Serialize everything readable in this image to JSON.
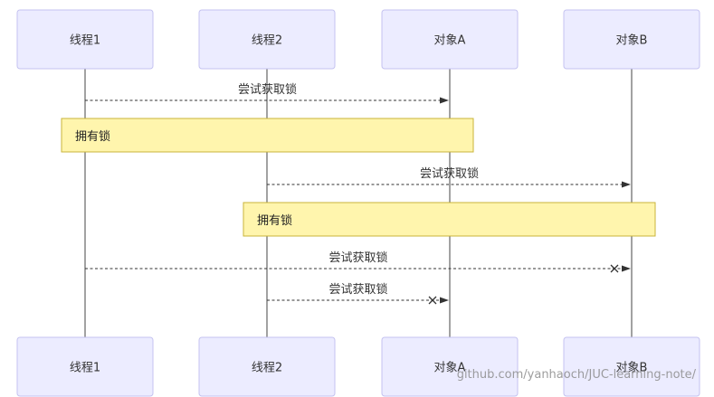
{
  "diagram": {
    "type": "sequence",
    "actors": [
      "线程1",
      "线程2",
      "对象A",
      "对象B"
    ],
    "events": [
      {
        "kind": "message",
        "from": 0,
        "to": 2,
        "label": "尝试获取锁",
        "style": "dashed",
        "end": "arrow"
      },
      {
        "kind": "note",
        "from": 0,
        "to": 2,
        "label": "拥有锁"
      },
      {
        "kind": "message",
        "from": 1,
        "to": 3,
        "label": "尝试获取锁",
        "style": "dashed",
        "end": "arrow"
      },
      {
        "kind": "note",
        "from": 1,
        "to": 3,
        "label": "拥有锁"
      },
      {
        "kind": "message",
        "from": 0,
        "to": 3,
        "label": "尝试获取锁",
        "style": "dashed",
        "end": "cross-arrow"
      },
      {
        "kind": "message",
        "from": 1,
        "to": 2,
        "label": "尝试获取锁",
        "style": "dashed",
        "end": "cross-arrow"
      }
    ]
  },
  "colors": {
    "actor_fill": "#ececff",
    "actor_stroke": "#c4c2f0",
    "note_fill": "#fff5ad",
    "note_stroke": "#c9b43a",
    "line": "#333333"
  },
  "watermark": "github.com/yanhaoch/JUC-learning-note/"
}
